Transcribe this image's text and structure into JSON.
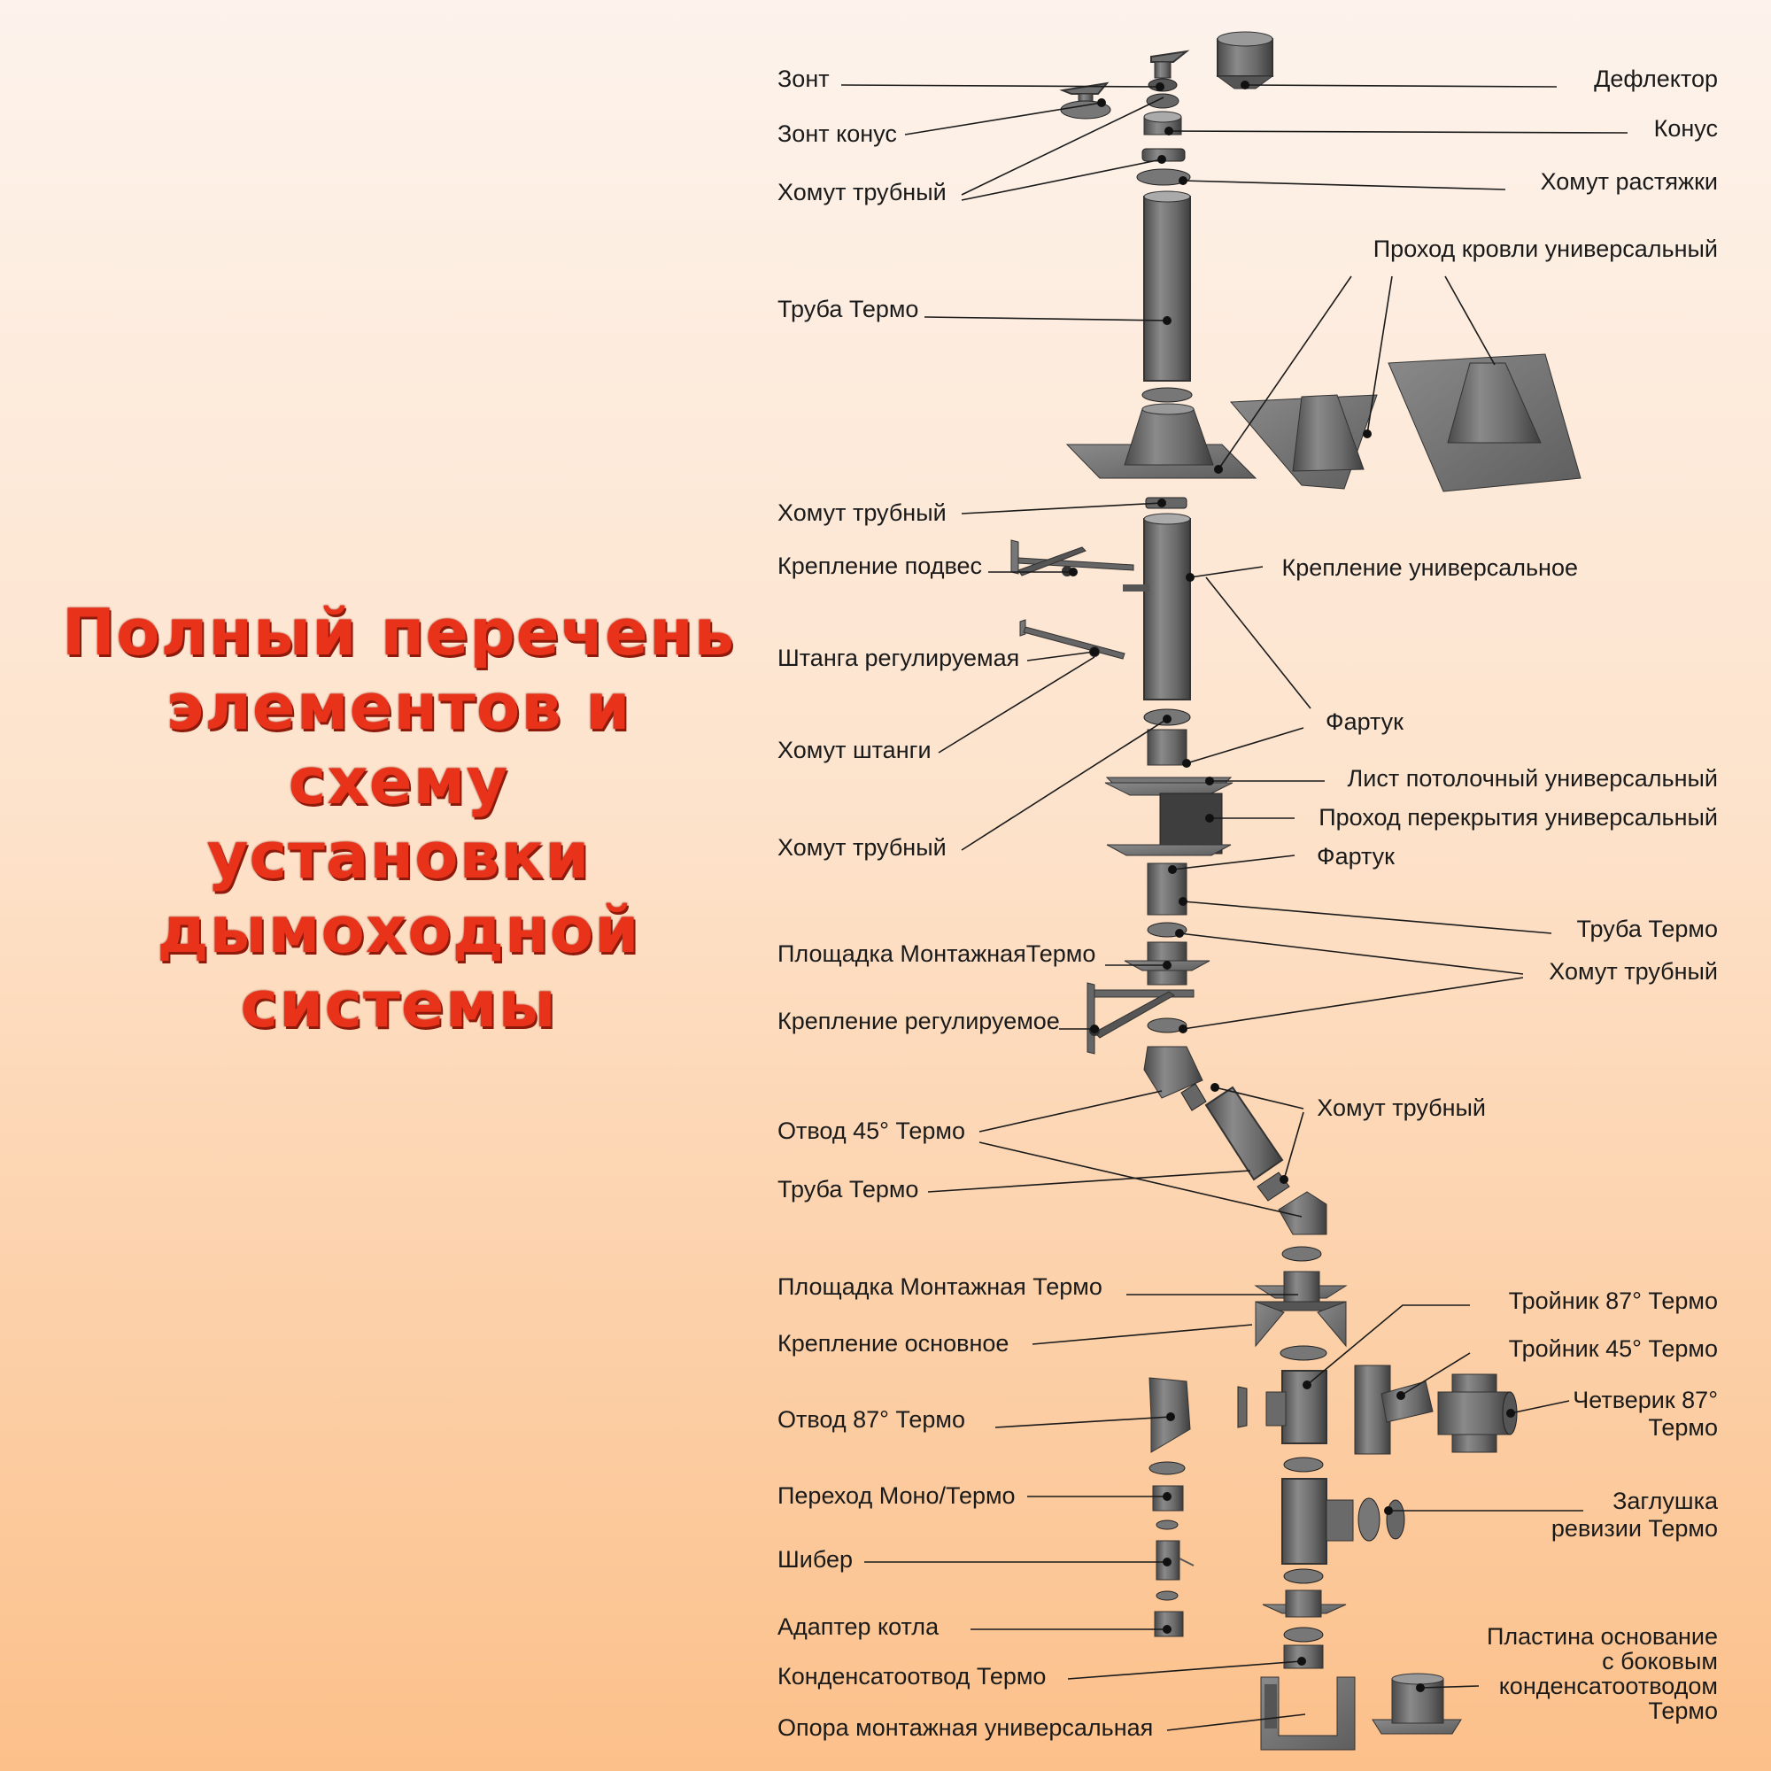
{
  "headline": [
    "Полный перечень",
    "элементов и схему",
    "установки",
    "дымоходной",
    "системы"
  ],
  "labels_left": {
    "zont": "Зонт",
    "zont_konus": "Зонт конус",
    "homut_1": "Хомут трубный",
    "truba_1": "Труба Термо",
    "homut_2": "Хомут трубный",
    "kreplenie_podves": "Крепление подвес",
    "shtanga": "Штанга регулируемая",
    "homut_shtangi": "Хомут штанги",
    "homut_3": "Хомут трубный",
    "ploshadka_1": "Площадка МонтажнаяТермо",
    "kreplenie_reg": "Крепление регулируемое",
    "otvod_45": "Отвод 45° Термо",
    "truba_2": "Труба Термо",
    "ploshadka_2": "Площадка Монтажная Термо",
    "kreplenie_osn": "Крепление основное",
    "otvod_87": "Отвод 87° Термо",
    "perehod": "Переход Моно/Термо",
    "shiber": "Шибер",
    "adapter": "Адаптер котла",
    "kondensatootvod": "Конденсатоотвод Термо",
    "opora": "Опора монтажная универсальная"
  },
  "labels_right": {
    "deflektor": "Дефлектор",
    "konus": "Конус",
    "homut_rastyazhki": "Хомут растяжки",
    "prohod_krovli": "Проход кровли универсальный",
    "kreplenie_univ": "Крепление универсальное",
    "fartuk_1": "Фартук",
    "list_potolochny": "Лист потолочный универсальный",
    "prohod_perekrytiya": "Проход перекрытия универсальный",
    "fartuk_2": "Фартук",
    "truba_3": "Труба Термо",
    "homut_4": "Хомут трубный",
    "homut_5": "Хомут трубный",
    "troynik_87": "Тройник 87° Термо",
    "troynik_45": "Тройник 45° Термо",
    "chetverik": "Четверик 87°\nТермо",
    "zaglushka": "Заглушка\nревизии Термо",
    "plastina": "Пластина основание\nс боковым\nконденсатоотводом\nТермо"
  },
  "colors": {
    "headline": "#e8321a",
    "part_fill": "#6e6e6e",
    "part_dark": "#4a4a4a",
    "part_light": "#9a9a9a",
    "leader": "#1a1a1a"
  }
}
